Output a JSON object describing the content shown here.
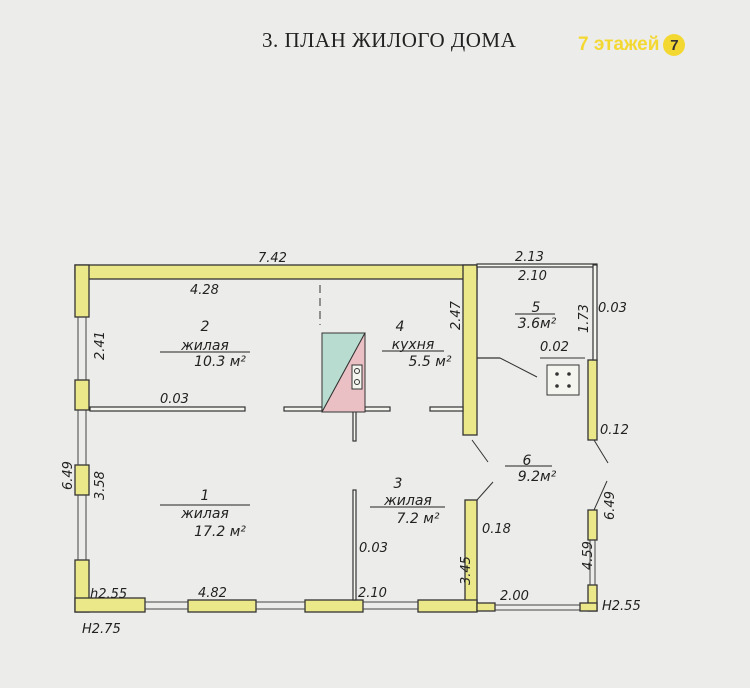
{
  "title": "3.   ПЛАН ЖИЛОГО ДОМА",
  "watermark": {
    "text": "7 этажей",
    "badge": "7"
  },
  "colors": {
    "wall": "#ebe88a",
    "paper": "#ececea",
    "ink": "#222222"
  },
  "rooms": [
    {
      "num": "1",
      "name": "жилая",
      "area": "17.2 м²"
    },
    {
      "num": "2",
      "name": "жилая",
      "area": "10.3 м²"
    },
    {
      "num": "3",
      "name": "жилая",
      "area": "7.2 м²"
    },
    {
      "num": "4",
      "name": "кухня",
      "area": "5.5 м²"
    },
    {
      "num": "5",
      "name": "",
      "area": "3.6м²"
    },
    {
      "num": "6",
      "name": "",
      "area": "9.2м²"
    }
  ],
  "dims": {
    "top_outer": "7.42",
    "top_inner": "4.28",
    "annex_outer": "2.13",
    "annex_inner": "2.10",
    "left_upper": "2.41",
    "left_lower": "3.58",
    "left_total": "6.49",
    "kitchen_h": "2.47",
    "annex_h": "1.73",
    "annex_wall": "0.03",
    "annex_part": "0.02",
    "partition_h": "0.03",
    "partition_v": "0.03",
    "hall_wall": "0.12",
    "wall_018": "0.18",
    "room3_h": "3.45",
    "right_lower": "4.59",
    "right_total": "6.49",
    "bottom_1": "4.82",
    "bottom_2": "2.10",
    "bottom_3": "2.00",
    "h_left_inner": "h2.55",
    "h_left_outer": "H2.75",
    "h_right": "H2.55"
  }
}
